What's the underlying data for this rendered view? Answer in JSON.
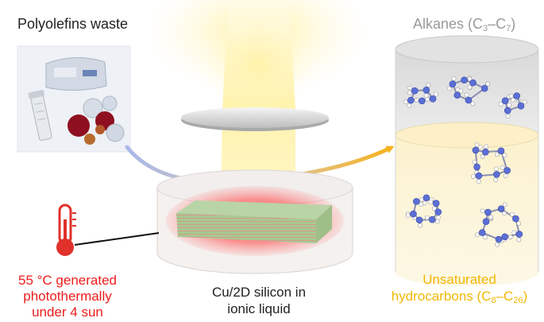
{
  "labels": {
    "feedstock": "Polyolefins waste",
    "alkanes_prefix": "Alkanes (C",
    "alkanes_sub1": "3",
    "alkanes_dash": "–C",
    "alkanes_sub2": "7",
    "alkanes_suffix": ")",
    "catalyst_line1": "Cu/2D silicon in",
    "catalyst_line2": "ionic liquid",
    "temp_line1": "55 °C generated",
    "temp_line2": "photothermally",
    "temp_line3": "under 4 sun",
    "unsat_line1": "Unsaturated",
    "unsat_prefix": "hydrocarbons (C",
    "unsat_sub1": "8",
    "unsat_dash": "–C",
    "unsat_sub2": "26",
    "unsat_suffix": ")"
  },
  "colors": {
    "temperature_text": "#ee1c1c",
    "unsaturated_text": "#f2b705",
    "alkanes_text": "#9a9a9a",
    "light_beam": "#fff3b0",
    "arrow_start": "#a9b7e6",
    "arrow_end": "#f5b21b",
    "carbon_atom": "#5b6fd6",
    "hydrogen_atom": "#ffffff",
    "product_upper": "#e4e4e4",
    "product_lower": "#fdf4d2",
    "thermometer": "#e0312b"
  },
  "icons": [
    "thermometer-icon",
    "light-beam",
    "lens-disc",
    "reaction-arrow",
    "product-cylinder"
  ]
}
